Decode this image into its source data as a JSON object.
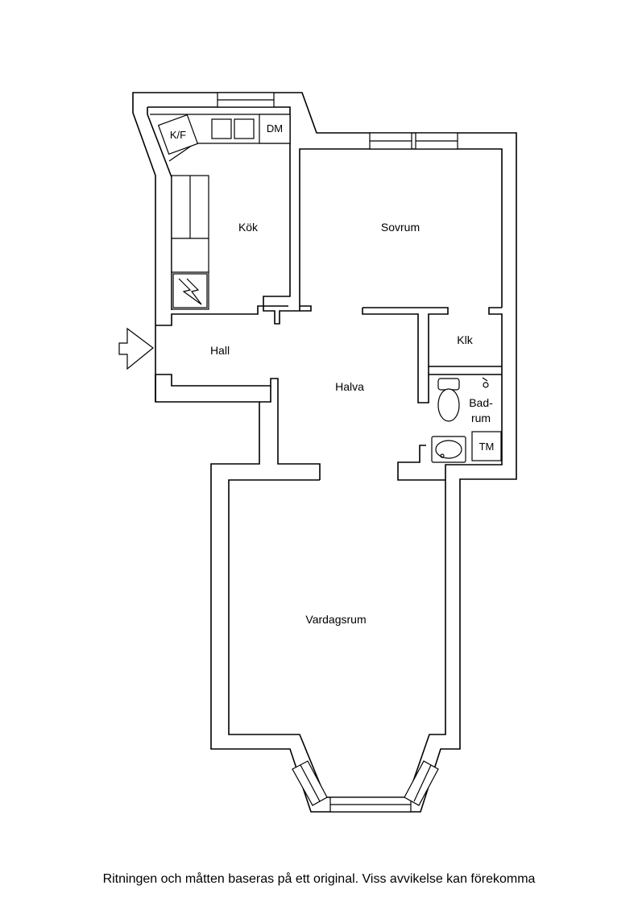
{
  "rooms": {
    "kitchen": "Kök",
    "bedroom": "Sovrum",
    "hall": "Hall",
    "halva": "Halva",
    "closet": "Klk",
    "bathroom_line1": "Bad-",
    "bathroom_line2": "rum",
    "living_room": "Vardagsrum"
  },
  "fixtures": {
    "fridge_freezer": "K/F",
    "dishwasher": "DM",
    "washing_machine": "TM"
  },
  "icons": {
    "entrance": "entrance-arrow-icon",
    "toilet": "toilet-icon",
    "sink": "sink-icon",
    "shower": "shower-icon",
    "stove": "stove-icon",
    "electrical_panel": "electrical-panel-icon"
  },
  "footer": {
    "disclaimer": "Ritningen och måtten baseras på ett original. Viss avvikelse kan förekomma"
  }
}
